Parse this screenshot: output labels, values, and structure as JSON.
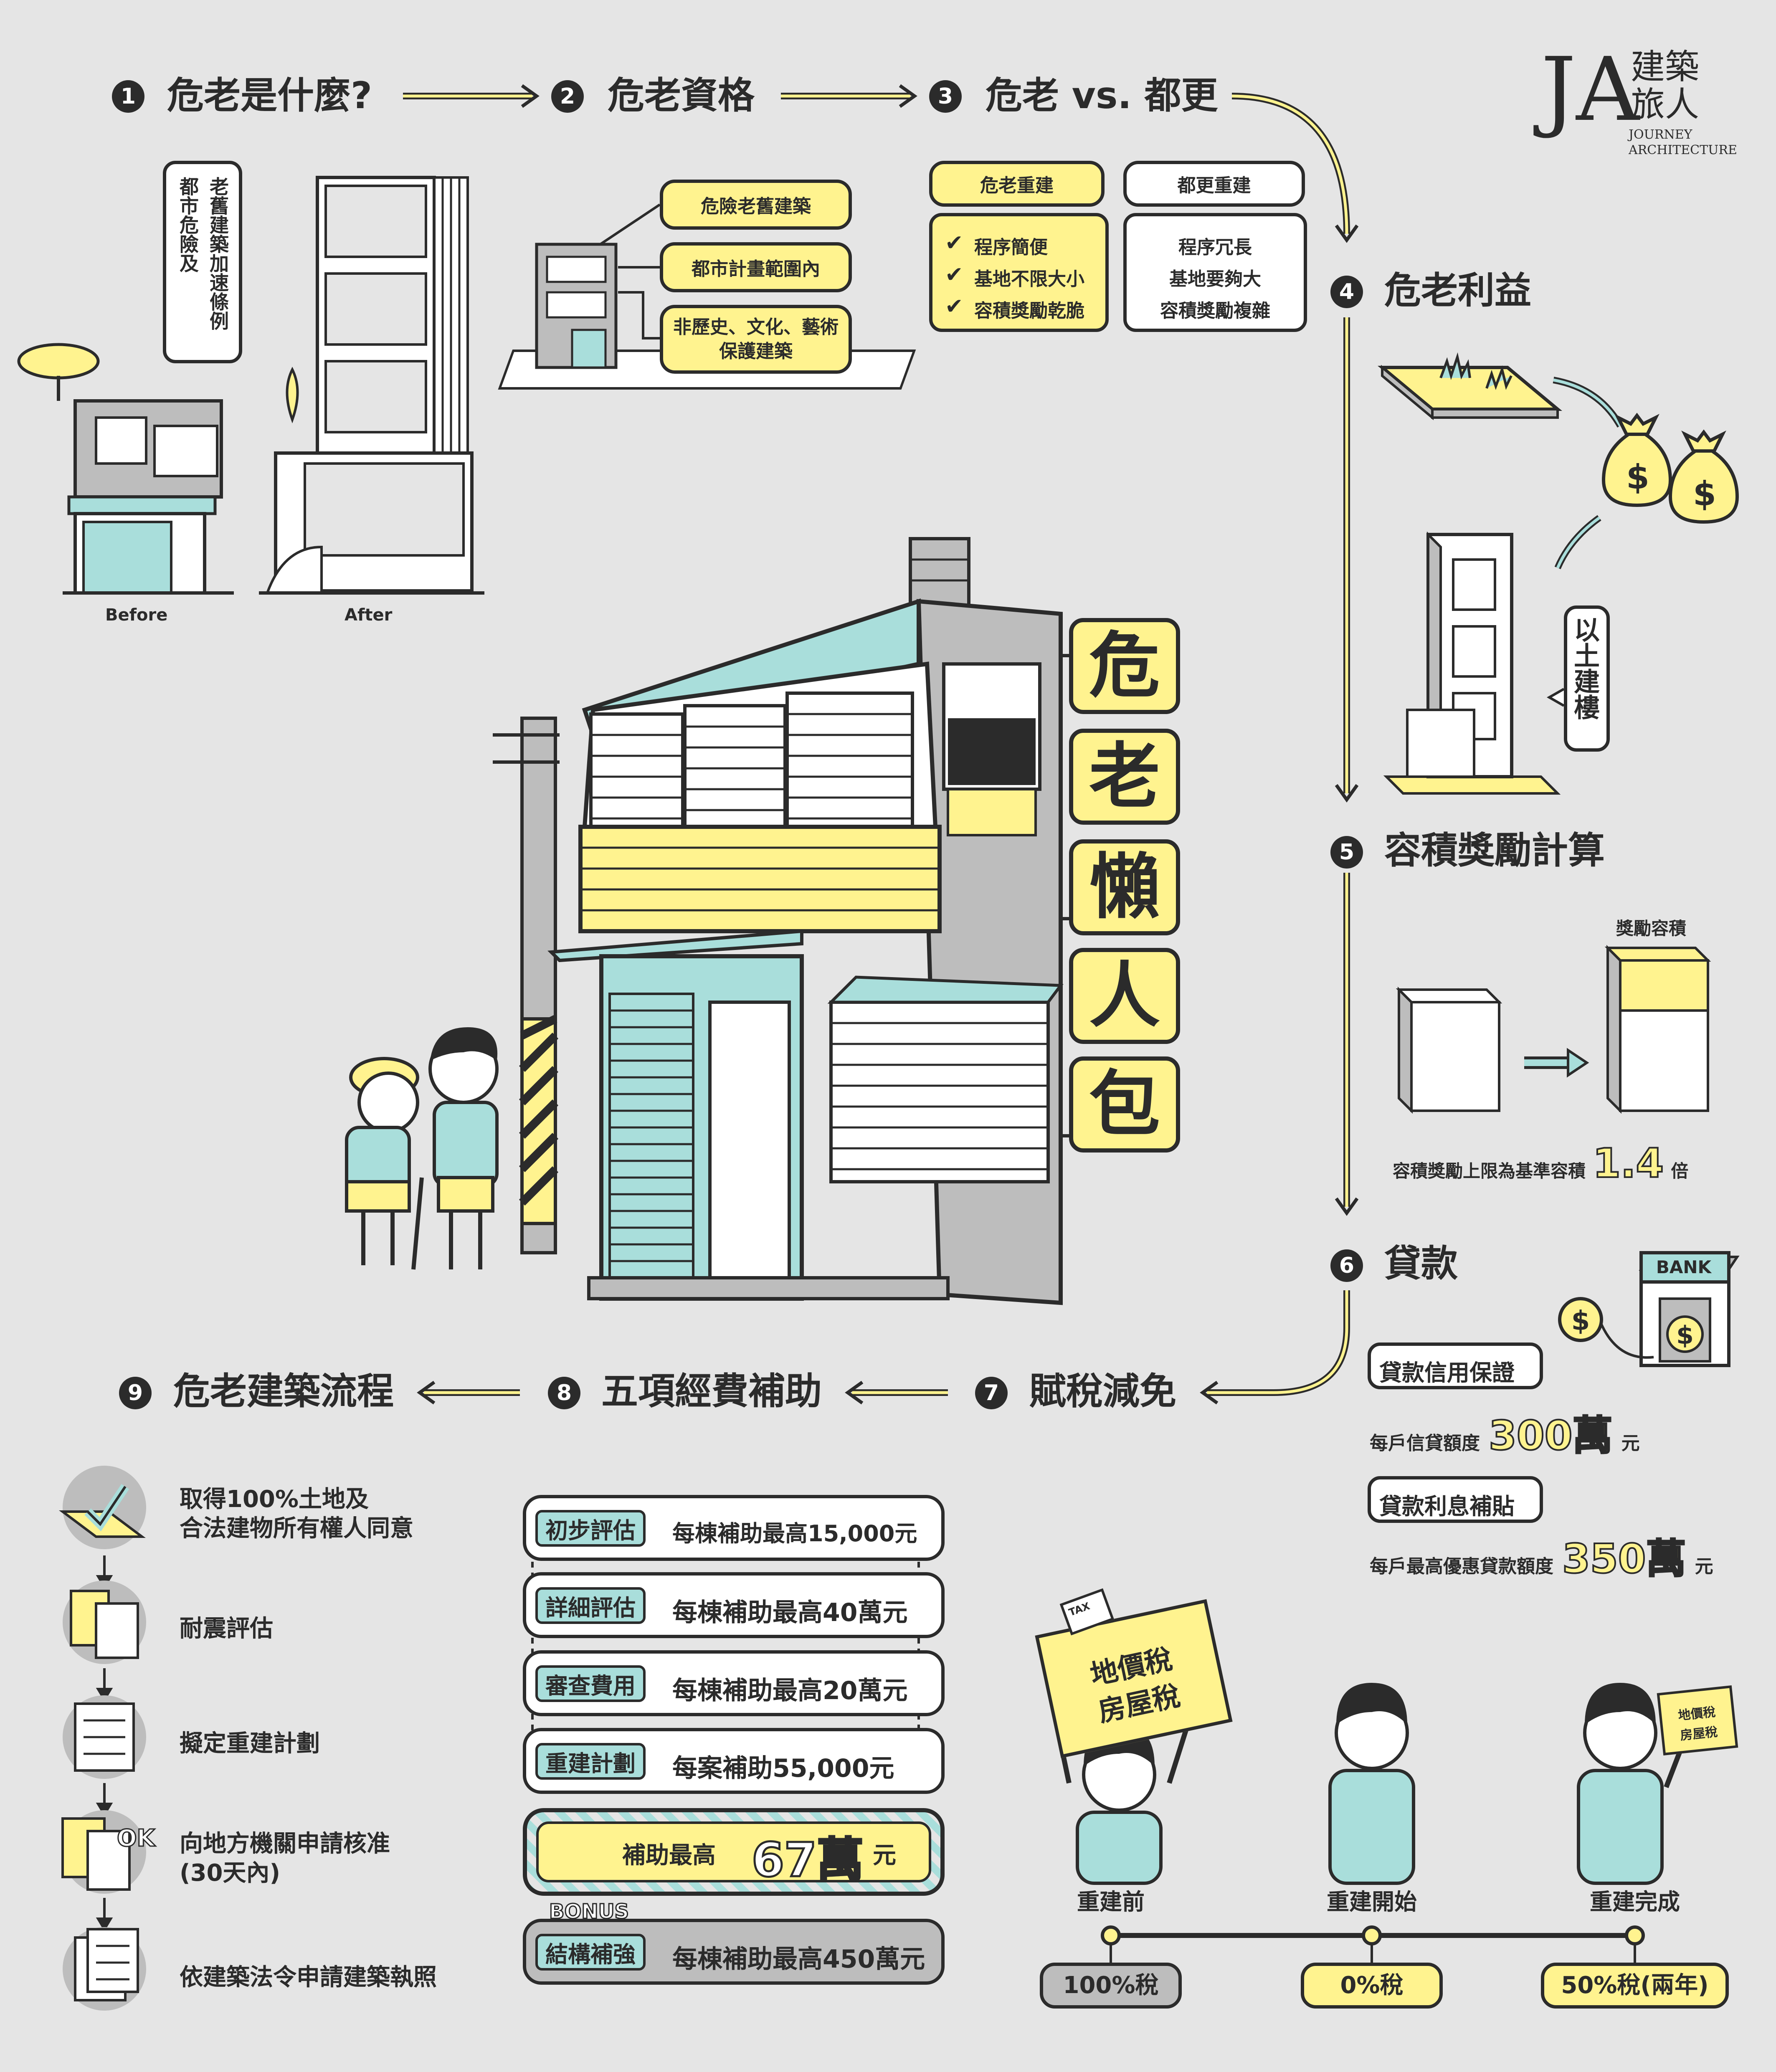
{
  "brand": {
    "mark": "JA",
    "name_cn_1": "建築",
    "name_cn_2": "旅人",
    "name_en_1": "JOURNEY",
    "name_en_2": "ARCHITECTURE"
  },
  "colors": {
    "yellow": "#fff38f",
    "teal": "#a9dedb",
    "dark": "#2b2b2b",
    "gray": "#bdbdbd",
    "bg": "#e5e5e5"
  },
  "steps": [
    {
      "num": "1",
      "title": "危老是什麼?"
    },
    {
      "num": "2",
      "title": "危老資格"
    },
    {
      "num": "3",
      "title": "危老 vs. 都更"
    },
    {
      "num": "4",
      "title": "危老利益"
    },
    {
      "num": "5",
      "title": "容積獎勵計算"
    },
    {
      "num": "6",
      "title": "貸款"
    },
    {
      "num": "7",
      "title": "賦稅減免"
    },
    {
      "num": "8",
      "title": "五項經費補助"
    },
    {
      "num": "9",
      "title": "危老建築流程"
    }
  ],
  "what": {
    "law_col1": "都市危險及",
    "law_col2": "老舊建築加速條例",
    "before": "Before",
    "after": "After"
  },
  "qualify": [
    "危險老舊建築",
    "都市計畫範圍內",
    "非歷史、文化、藝術",
    "保護建築"
  ],
  "compare": {
    "weilao": {
      "title": "危老重建",
      "items": [
        "程序簡便",
        "基地不限大小",
        "容積獎勵乾脆"
      ]
    },
    "dugeng": {
      "title": "都更重建",
      "items": [
        "程序冗長",
        "基地要夠大",
        "容積獎勵複雜"
      ]
    }
  },
  "main_title": [
    "危",
    "老",
    "懶",
    "人",
    "包"
  ],
  "benefit": {
    "label": "以土建樓"
  },
  "far": {
    "bonus_label": "獎勵容積",
    "caption_pre": "容積獎勵上限為基準容積",
    "value": "1.4",
    "caption_post": "倍"
  },
  "loan": {
    "bank": "BANK",
    "guarantee": "貸款信用保證",
    "guarantee_pre": "每戶信貸額度",
    "guarantee_value": "300萬",
    "guarantee_unit": "元",
    "interest": "貸款利息補貼",
    "interest_pre": "每戶最高優惠貸款額度",
    "interest_value": "350萬",
    "interest_unit": "元"
  },
  "tax": {
    "box_line1": "地價稅",
    "box_line2": "房屋稅",
    "small_box_line1": "地價稅",
    "small_box_line2": "房屋稅",
    "paper": "TAX",
    "stages": [
      {
        "label": "重建前",
        "rate": "100%稅"
      },
      {
        "label": "重建開始",
        "rate": "0%稅"
      },
      {
        "label": "重建完成",
        "rate": "50%稅(兩年)"
      }
    ]
  },
  "subsidy": {
    "items": [
      {
        "tag": "初步評估",
        "value": "每棟補助最高15,000元"
      },
      {
        "tag": "詳細評估",
        "value": "每棟補助最高40萬元"
      },
      {
        "tag": "審查費用",
        "value": "每棟補助最高20萬元"
      },
      {
        "tag": "重建計劃",
        "value": "每案補助55,000元"
      }
    ],
    "total_pre": "補助最高",
    "total_value": "67萬",
    "total_unit": "元",
    "bonus": "BONUS",
    "bonus_item": {
      "tag": "結構補強",
      "value": "每棟補助最高450萬元"
    }
  },
  "flow": {
    "ok": "OK",
    "steps": [
      {
        "line1": "取得100%土地及",
        "line2": "合法建物所有權人同意"
      },
      {
        "line1": "耐震評估",
        "line2": ""
      },
      {
        "line1": "擬定重建計劃",
        "line2": ""
      },
      {
        "line1": "向地方機關申請核准",
        "line2": "(30天內)"
      },
      {
        "line1": "依建築法令申請建築執照",
        "line2": ""
      }
    ]
  }
}
